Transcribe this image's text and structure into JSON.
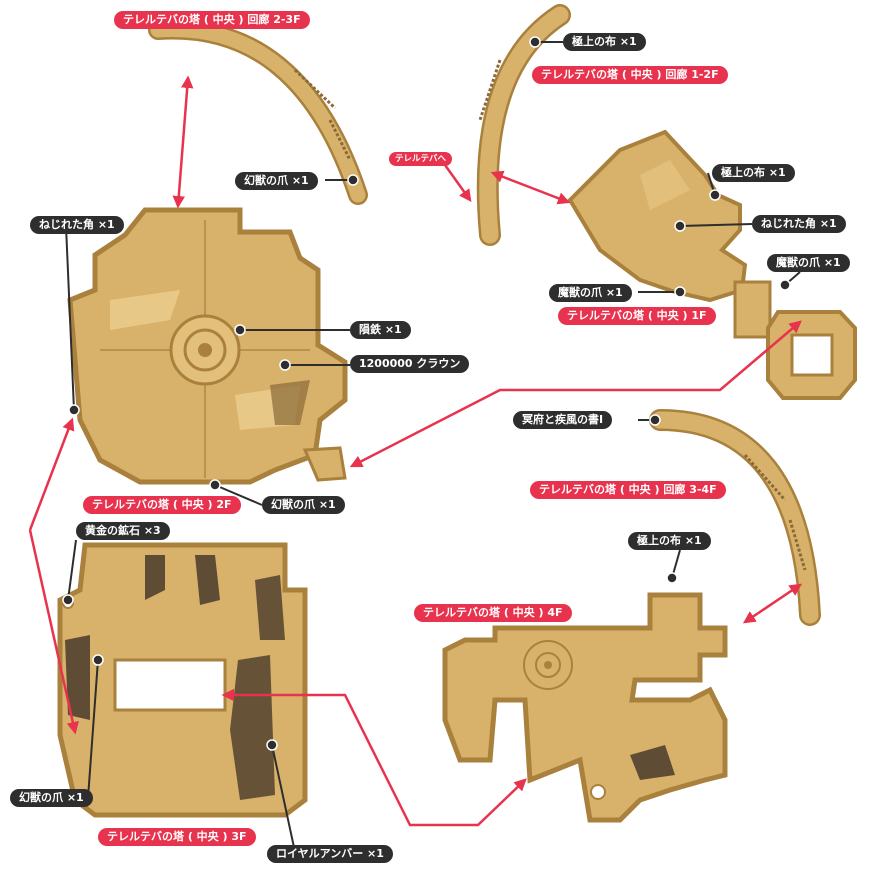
{
  "floors": {
    "corridor_2_3": "テレルテバの塔 ( 中央 ) 回廊 2-3F",
    "corridor_1_2": "テレルテバの塔 ( 中央 ) 回廊 1-2F",
    "floor_1": "テレルテバの塔 ( 中央 ) 1F",
    "corridor_3_4": "テレルテバの塔 ( 中央 ) 回廊 3-4F",
    "floor_2": "テレルテバの塔 ( 中央 ) 2F",
    "floor_4": "テレルテバの塔 ( 中央 ) 4F",
    "floor_3": "テレルテバの塔 ( 中央 ) 3F",
    "exit": "テレルテバへ"
  },
  "items": {
    "gokujo_1": "極上の布 ×1",
    "genju_corr23": "幻獣の爪 ×1",
    "gokujo_2": "極上の布 ×1",
    "nejire_1f": "ねじれた角 ×1",
    "nejire_2f": "ねじれた角 ×1",
    "maju_1": "魔獣の爪 ×1",
    "maju_2": "魔獣の爪 ×1",
    "intetsu": "隕鉄 ×1",
    "crowns": "1200000 クラウン",
    "meifu": "冥府と疾風の書Ⅰ",
    "genju_2f": "幻獣の爪 ×1",
    "ougon": "黄金の鉱石 ×3",
    "gokujo_3": "極上の布 ×1",
    "genju_3f": "幻獣の爪 ×1",
    "amber": "ロイヤルアンバー ×1"
  },
  "colors": {
    "floor": "#d8b26a",
    "floor_light": "#e8c886",
    "wall": "#a9813d",
    "dark": "#4a3a2a",
    "route": "#e8334e",
    "label_floor": "#e8334e",
    "label_item": "#2e2e2e"
  }
}
